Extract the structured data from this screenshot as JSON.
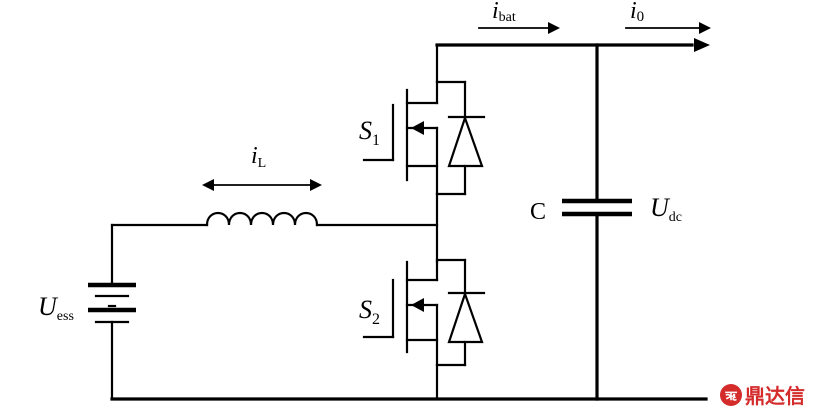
{
  "labels": {
    "i_L": {
      "main": "i",
      "sub": "L"
    },
    "i_bat": {
      "main": "i",
      "sub": "bat"
    },
    "i_0": {
      "main": "i",
      "sub": "0"
    },
    "S1": {
      "main": "S",
      "sub": "1"
    },
    "S2": {
      "main": "S",
      "sub": "2"
    },
    "U_ess": {
      "main": "U",
      "sub": "ess"
    },
    "U_dc": {
      "main": "U",
      "sub": "dc"
    },
    "C": "C"
  },
  "watermark": {
    "text": "鼎达信",
    "logo_glyph": "ऋ",
    "color": "#d42b2b"
  }
}
